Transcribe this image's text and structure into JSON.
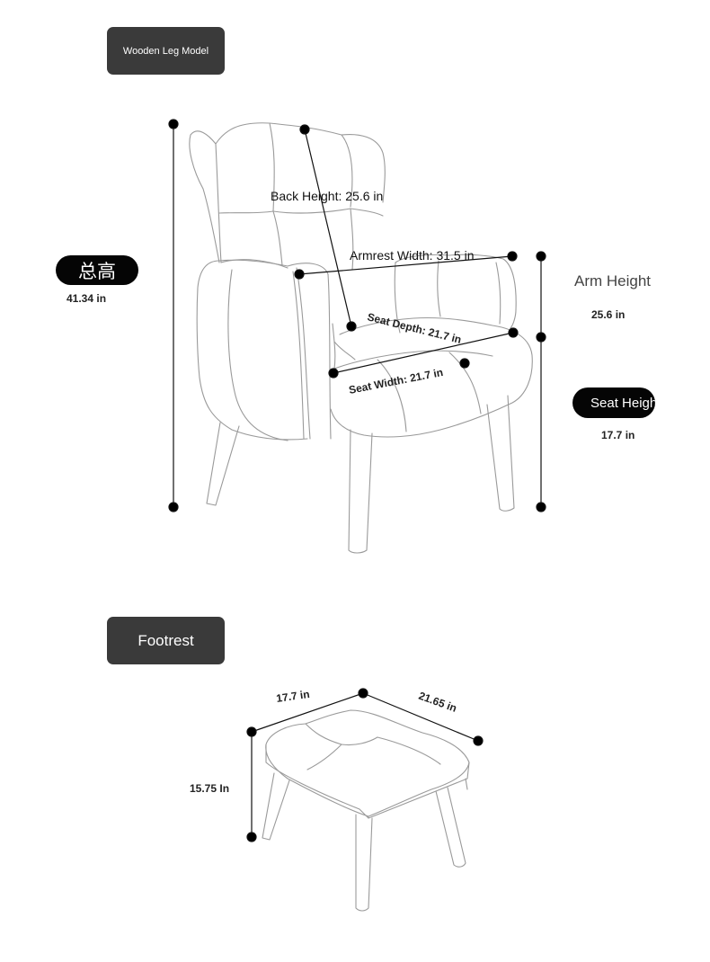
{
  "chair": {
    "model_label": "Wooden Leg Model",
    "total_height_label": "总高",
    "total_height_value": "41.34 in",
    "back_height": "Back Height: 25.6 in",
    "armrest_width": "Armrest Width: 31.5 in",
    "seat_depth": "Seat Depth: 21.7 in",
    "seat_width": "Seat Width: 21.7 in",
    "arm_height_label": "Arm Height",
    "arm_height_value": "25.6 in",
    "seat_height_label": "Seat Height",
    "seat_height_value": "17.7 in"
  },
  "footrest": {
    "label": "Footrest",
    "width": "17.7 in",
    "depth": "21.65 in",
    "height": "15.75 In"
  },
  "colors": {
    "tag_background": "#3a3a3a",
    "pill_background": "#050505",
    "line_art": "#9a9a9a",
    "dimension_line": "#111111"
  }
}
